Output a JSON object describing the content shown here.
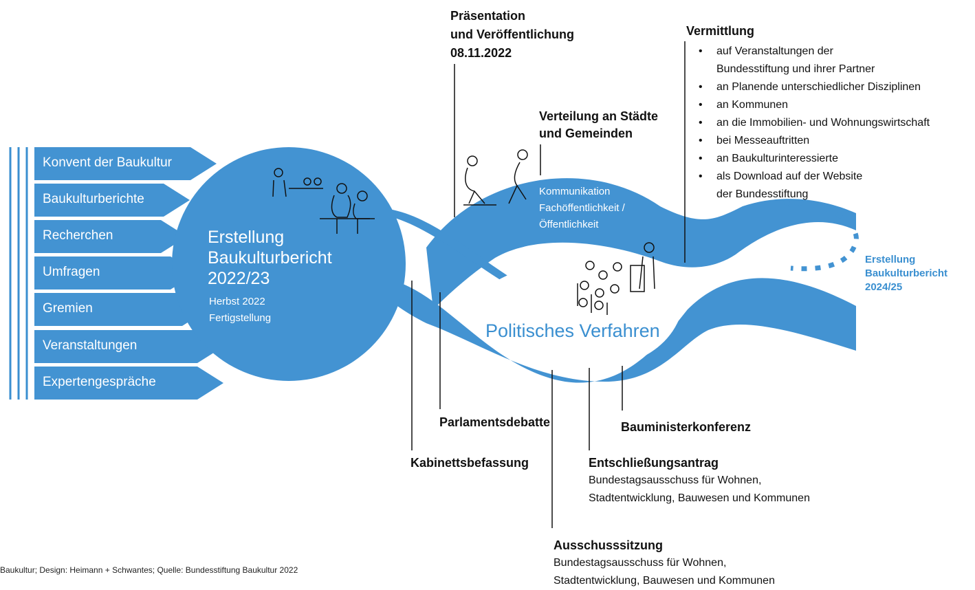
{
  "inputs": [
    {
      "label": "Konvent der Baukultur"
    },
    {
      "label": "Baukulturberichte"
    },
    {
      "label": "Recherchen"
    },
    {
      "label": "Umfragen"
    },
    {
      "label": "Gremien"
    },
    {
      "label": "Veranstaltungen"
    },
    {
      "label": "Expertengespräche"
    }
  ],
  "center": {
    "title": [
      "Erstellung",
      "Baukulturbericht",
      "2022/23"
    ],
    "sub": [
      "Herbst 2022",
      "Fertigstellung"
    ]
  },
  "praesentation": [
    "Präsentation",
    "und Veröffentlichung",
    "08.11.2022"
  ],
  "verteilung": [
    "Verteilung an Städte",
    "und Gemeinden"
  ],
  "kommunikation": [
    "Kommunikation",
    "Fachöffentlichkeit /",
    "Öffentlichkeit"
  ],
  "vermittlung": {
    "title": "Vermittlung",
    "bullet_char": "•",
    "items": [
      [
        "auf Veranstaltungen der",
        "Bundesstiftung und ihrer Partner"
      ],
      [
        "an Planende unterschiedlicher Disziplinen"
      ],
      [
        "an Kommunen"
      ],
      [
        "an die Immobilien- und Wohnungswirtschaft"
      ],
      [
        "bei Messeauftritten"
      ],
      [
        "an Baukulturinteressierte"
      ],
      [
        "als Download auf der Website",
        "der Bundesstiftung"
      ]
    ]
  },
  "next": [
    "Erstellung",
    "Baukulturbericht",
    "2024/25"
  ],
  "politisches": "Politisches Verfahren",
  "steps": {
    "kabinett": "Kabinettsbefassung",
    "parlament": "Parlamentsdebatte",
    "bauminister": "Bauministerkonferenz",
    "entschliessung": {
      "title": "Entschließungsantrag",
      "lines": [
        "Bundestagsausschuss für Wohnen,",
        "Stadtentwicklung, Bauwesen und Kommunen"
      ]
    },
    "ausschuss": {
      "title": "Ausschusssitzung",
      "lines": [
        "Bundestagsausschuss für Wohnen,",
        "Stadtentwicklung, Bauwesen und Kommunen"
      ]
    }
  },
  "credit": "Baukultur; Design: Heimann + Schwantes; Quelle: Bundesstiftung Baukultur 2022",
  "colors": {
    "primary": "#4393d2",
    "stripe": "#3a8fd0",
    "text": "#111111"
  }
}
